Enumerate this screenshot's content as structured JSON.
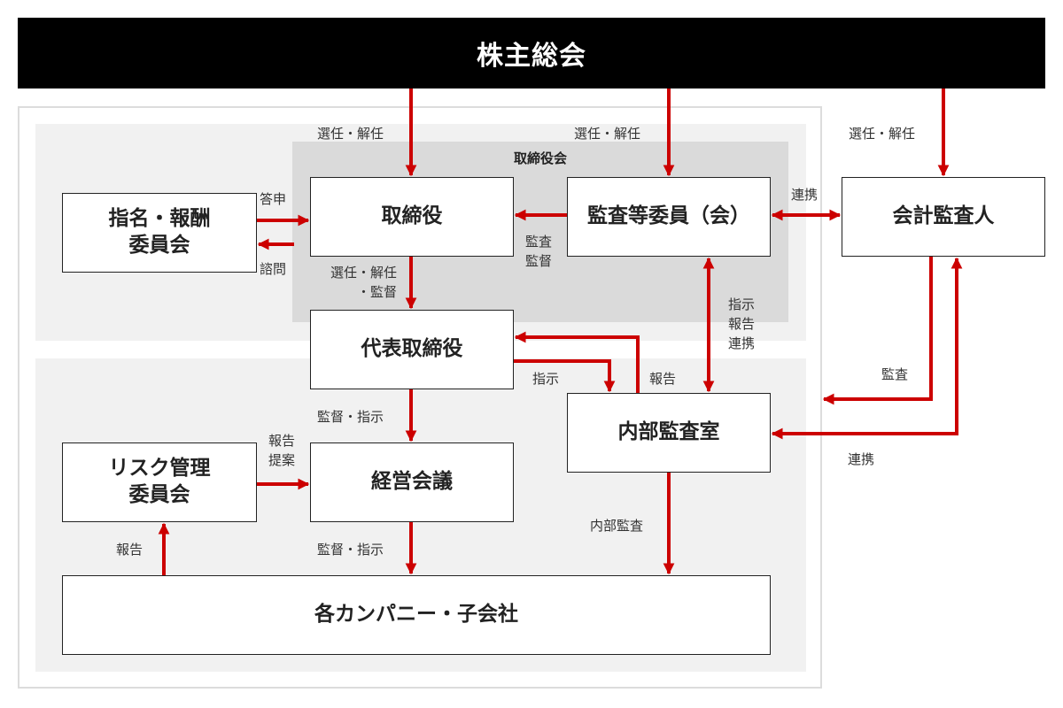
{
  "header": {
    "title": "株主総会"
  },
  "board_panel": {
    "title": "取締役会"
  },
  "boxes": {
    "nomination": "指名・報酬\n委員会",
    "directors": "取締役",
    "audit_committee": "監査等委員（会）",
    "accounting_auditor": "会計監査人",
    "representative": "代表取締役",
    "internal_audit": "内部監査室",
    "risk_committee": "リスク管理\n委員会",
    "management_meeting": "経営会議",
    "subsidiaries": "各カンパニー・子会社"
  },
  "labels": {
    "elect_dismiss_1": "選任・解任",
    "elect_dismiss_2": "選任・解任",
    "elect_dismiss_3": "選任・解任",
    "report_answer": "答申",
    "consult": "諮問",
    "audit_supervise": "監査\n監督",
    "elect_dismiss_supervise": "選任・解任\n・監督",
    "collab_1": "連携",
    "instruct_report_collab": "指示\n報告\n連携",
    "instruct": "指示",
    "report_1": "報告",
    "audit": "監査",
    "collab_2": "連携",
    "supervise_instruct_1": "監督・指示",
    "report_propose": "報告\n提案",
    "internal_audit_flow": "内部監査",
    "report_2": "報告",
    "supervise_instruct_2": "監督・指示"
  },
  "colors": {
    "arrow": "#cc0000",
    "header_bg": "#000000",
    "zone_bg": "#f1f1f1",
    "board_bg": "#dadada"
  }
}
